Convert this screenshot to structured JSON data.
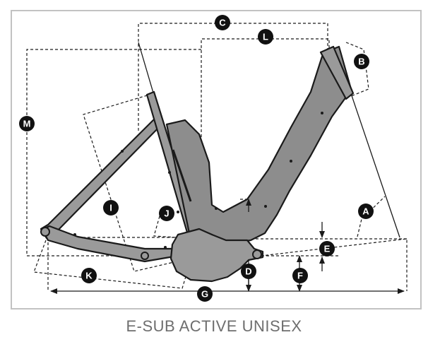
{
  "title": "E-SUB ACTIVE UNISEX",
  "labels": {
    "A": "A",
    "B": "B",
    "C": "C",
    "D": "D",
    "E": "E",
    "F": "F",
    "G": "G",
    "I": "I",
    "J": "J",
    "K": "K",
    "L": "L",
    "M": "M"
  },
  "colors": {
    "frame_fill": "#9a9a9a",
    "outline": "#1a1a1a",
    "badge": "#111111",
    "title_text": "#6e6e6e",
    "border": "#c2c2c2"
  }
}
